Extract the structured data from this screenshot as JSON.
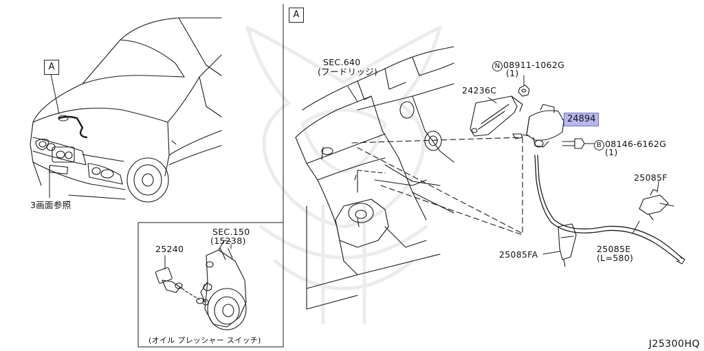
{
  "diagram": {
    "left_callout": "A",
    "right_callout": "A",
    "ref_note": "3画面参照",
    "inset_caption": "(オイル プレッシャー スイッチ)",
    "drawing_code": "J25300HQ",
    "sec_640": "SEC.640",
    "sec_640_sub": "(フードリッジ)",
    "sec_150": "SEC.150",
    "sec_150_sub": "(15238)",
    "parts": {
      "p25240": "25240",
      "p24236c": "24236C",
      "p24894": "24894",
      "p25085f": "25085F",
      "p25085fa": "25085FA",
      "p25085e": "25085E",
      "p25085e_len": "(L=580)",
      "nut_mark": "N",
      "nut_code": "08911-1062G",
      "nut_qty": "(1)",
      "bolt_mark": "B",
      "bolt_code": "08146-6162G",
      "bolt_qty": "(1)"
    }
  }
}
